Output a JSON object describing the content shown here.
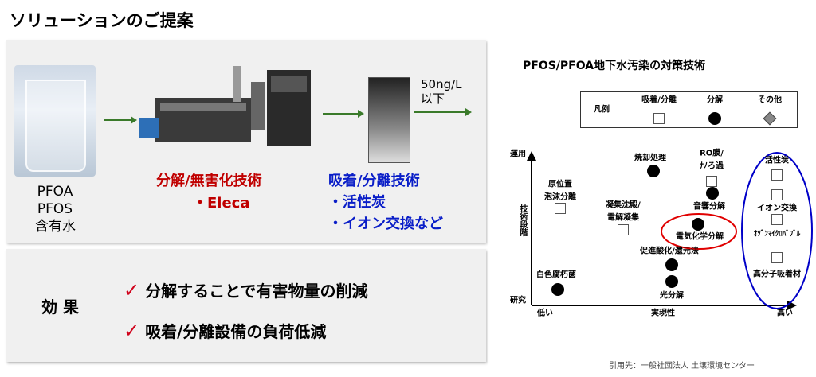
{
  "title": "ソリューションのご提案",
  "flow": {
    "input_label": [
      "PFOA",
      "PFOS",
      "含有水"
    ],
    "decompose_title": "分解/無害化技術",
    "decompose_item": "・Eleca",
    "adsorb_title": "吸着/分離技術",
    "adsorb_items": [
      "・活性炭",
      "・イオン交換など"
    ],
    "output_label": [
      "50ng/L",
      "以下"
    ]
  },
  "effect": {
    "label": "効 果",
    "items": [
      "分解することで有害物量の削減",
      "吸着/分離設備の負荷低減"
    ]
  },
  "diagram": {
    "title": "PFOS/PFOA地下水汚染の対策技術",
    "legend": {
      "label": "凡例",
      "items": [
        {
          "label": "吸着/分離",
          "shape": "square"
        },
        {
          "label": "分解",
          "shape": "circle"
        },
        {
          "label": "その他",
          "shape": "diamond"
        }
      ]
    },
    "y_top": "運用",
    "y_bottom": "研究",
    "y_label": "技術段階",
    "x_low": "低い",
    "x_label": "実現性",
    "x_high": "高い",
    "techs": [
      "焼却処理",
      "RO膜/",
      "ﾅﾉろ過",
      "音響分解",
      "原位置",
      "泡沫分離",
      "凝集沈殿/",
      "電解凝集",
      "電気化学分解",
      "促進酸化/還元法",
      "光分解",
      "白色腐朽菌",
      "活性炭",
      "イオン交換",
      "ｵｿﾞﾝﾏｲｸﾛﾊﾞﾌﾞﾙ",
      "高分子吸着材"
    ],
    "highlight_color": "#e00000",
    "group_color": "#0000c8"
  },
  "citation": "引用先：一般社団法人 土壌環境センター"
}
